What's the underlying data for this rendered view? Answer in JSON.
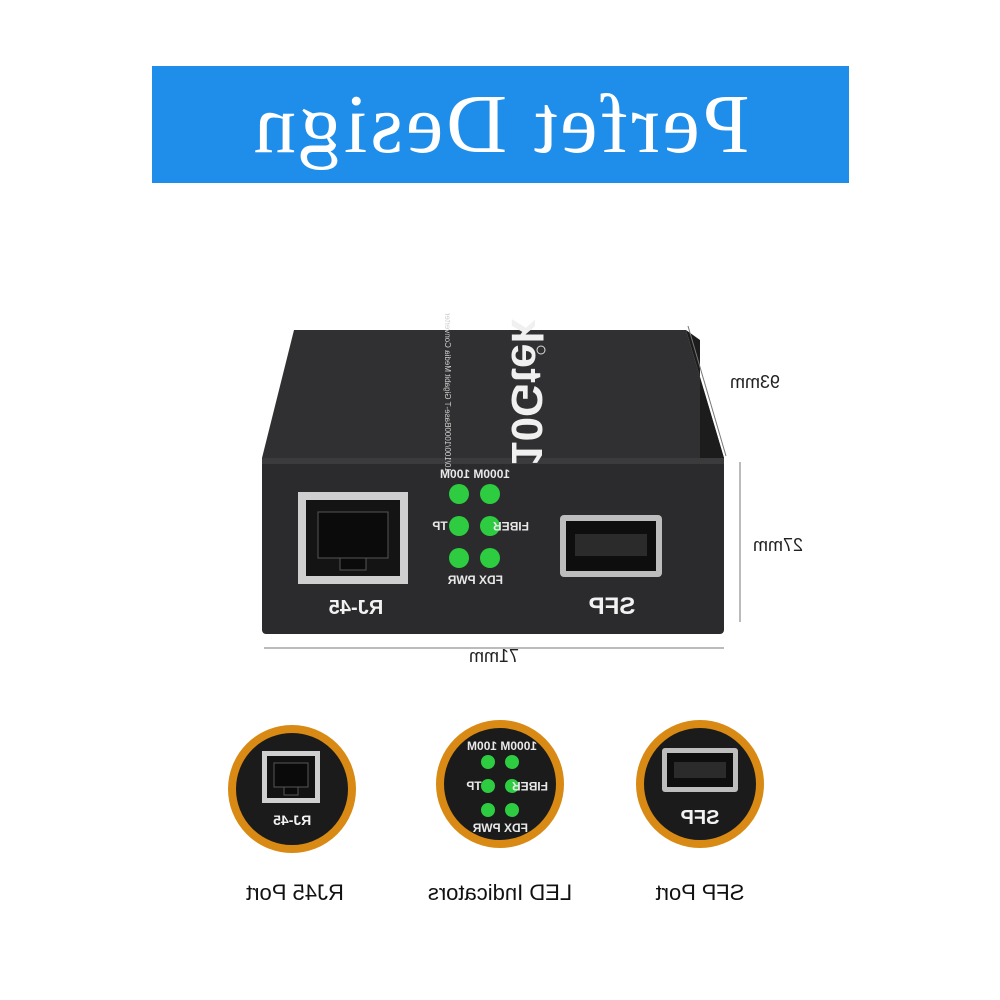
{
  "banner": {
    "title": "Perfet Design"
  },
  "device": {
    "brand": "10Gtek",
    "subtitle": "10/100/1000Base-T Gigabit Media Converter",
    "port_rj45": "RJ-45",
    "port_sfp": "SFP",
    "led_labels": {
      "speed": "1000M 100M",
      "tp": "TP",
      "fiber": "FIBER",
      "bottom": "FDX PWR"
    },
    "led_color": "#2ecc40"
  },
  "dimensions": {
    "depth": "93mm",
    "height": "27mm",
    "width": "71mm"
  },
  "features": [
    {
      "caption": "RJ45 Port",
      "icon": "rj45-port-icon"
    },
    {
      "caption": "LED Indicators",
      "icon": "led-indicators-icon"
    },
    {
      "caption": "SFP Port",
      "icon": "sfp-port-icon"
    }
  ],
  "colors": {
    "banner": "#1e8eea",
    "device": "#2a2a2c",
    "ring": "#d88a14"
  }
}
